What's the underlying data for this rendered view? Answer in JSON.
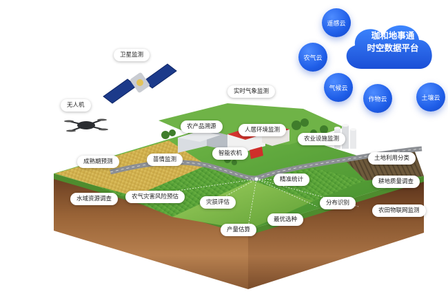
{
  "platform": {
    "line1": "珈和地事通",
    "line2": "时空数据平台"
  },
  "clouds": [
    {
      "id": "remote",
      "label": "遥感云"
    },
    {
      "id": "agrometeo",
      "label": "农气云"
    },
    {
      "id": "meteo",
      "label": "气候云"
    },
    {
      "id": "crop",
      "label": "作物云"
    },
    {
      "id": "soil",
      "label": "土壤云"
    }
  ],
  "devices": {
    "satellite": "卫星监测",
    "drone": "无人机",
    "weather": "实时气象监测"
  },
  "labels": {
    "traceability": "农产品溯源",
    "habitat": "人居环境监测",
    "facility": "农业设施监测",
    "machinery": "智能农机",
    "maturity": "成熟期预测",
    "seedling": "苗情监测",
    "stats": "精准统计",
    "landuse": "土地利用分类",
    "quality": "耕地质量调查",
    "water": "水域资源调查",
    "disaster": "农气灾害风险预估",
    "loss": "灾损评估",
    "distribution": "分布识别",
    "iot": "农田物联网监测",
    "breeding": "最优选种",
    "yield": "产量估算"
  },
  "colors": {
    "brand_blue": "#1f5ee8",
    "soil_brown": "#8b5a35",
    "field_green": "#5aa43a",
    "wheat_gold": "#d7b54a"
  }
}
